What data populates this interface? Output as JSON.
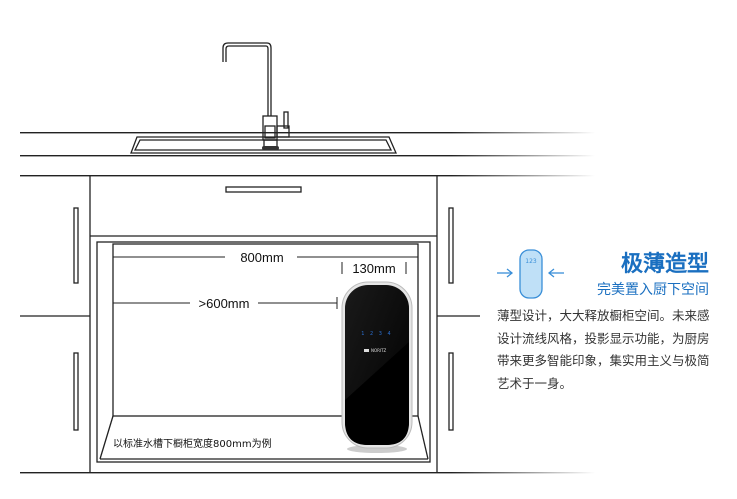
{
  "illustration": {
    "width_label": "800mm",
    "depth_label": "130mm",
    "space_label": ">600mm",
    "note": "以标准水槽下橱柜宽度800mm为例",
    "device": {
      "brand": "NORITZ",
      "display_digits": "1 2 3 4"
    }
  },
  "feature": {
    "icon_digits": "123",
    "title": "极薄造型",
    "subtitle": "完美置入厨下空间",
    "description": "薄型设计，大大释放橱柜空间。未来感设计流线风格，投影显示功能，为厨房带来更多智能印象，集实用主义与极简艺术于一身。"
  },
  "colors": {
    "accent": "#1a6fc0",
    "icon_fill": "#bfe0f7",
    "icon_stroke": "#3a8fd8"
  }
}
